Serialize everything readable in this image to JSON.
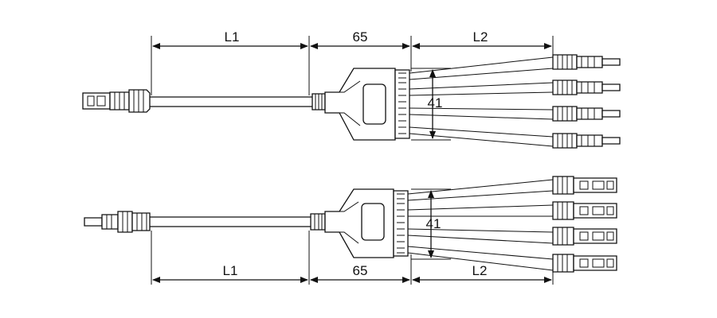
{
  "top_assembly": {
    "dim_cable_length": "L1",
    "dim_branch_body": "65",
    "dim_outlet_length": "L2",
    "dim_body_height": "41"
  },
  "bottom_assembly": {
    "dim_cable_length": "L1",
    "dim_branch_body": "65",
    "dim_outlet_length": "L2",
    "dim_body_height": "41"
  },
  "colors": {
    "line": "#111111",
    "background": "#ffffff"
  }
}
